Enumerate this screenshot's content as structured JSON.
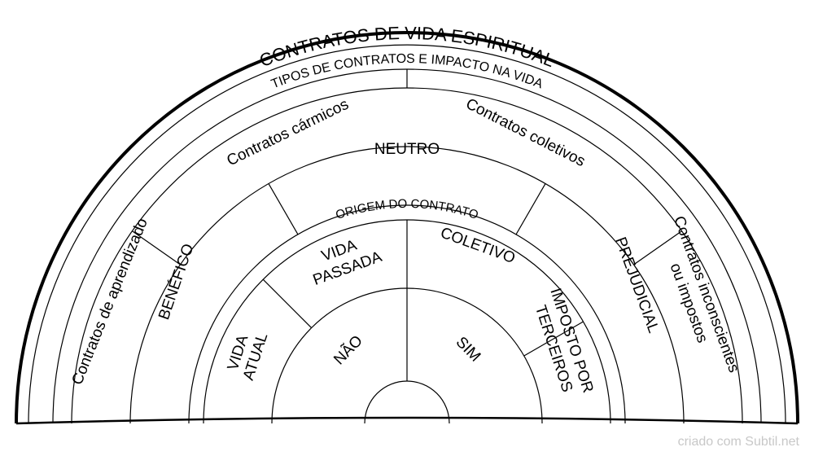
{
  "title": "CONTRATOS DE VIDA ESPIRITUAL",
  "subtitle": "TIPOS DE CONTRATOS E IMPACTO NA VIDA",
  "origin_label": "ORIGEM DO CONTRATO",
  "contract_types": {
    "learning": "Contratos de aprendizado",
    "karmic": "Contratos cármicos",
    "collective": "Contratos coletivos",
    "unconscious_line1": "Contratos inconscientes",
    "unconscious_line2": "ou impostos"
  },
  "impact": {
    "beneficial": "BENÉFICO",
    "neutral": "NEUTRO",
    "harmful": "PREJUDICIAL"
  },
  "origin": {
    "current_life_line1": "VIDA",
    "current_life_line2": "ATUAL",
    "past_life_line1": "VIDA",
    "past_life_line2": "PASSADA",
    "collective": "COLETIVO",
    "imposed_line1": "IMPOSTO POR",
    "imposed_line2": "TERCEIROS"
  },
  "center": {
    "no": "NÃO",
    "yes": "SIM"
  },
  "watermark": "criado com Subtil.net",
  "colors": {
    "line": "#000000",
    "background": "#ffffff",
    "watermark": "#c8c8c8"
  }
}
